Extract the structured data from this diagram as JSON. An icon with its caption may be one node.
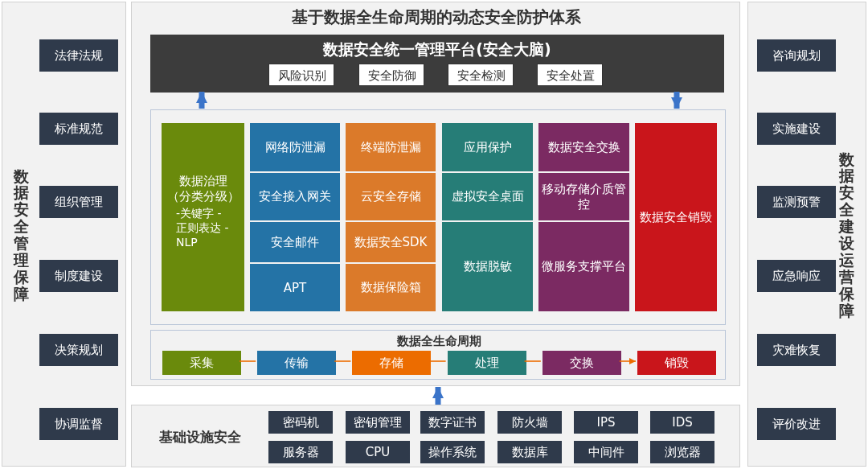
{
  "diagram": {
    "nodes": [
      {
        "text": [
          "数据安全管理保障"
        ]
      },
      {
        "text": [
          "法律法规"
        ],
        "in": 0
      },
      {
        "text": [
          "标准规范"
        ],
        "in": 0
      },
      {
        "text": [
          "组织管理"
        ],
        "in": 0
      },
      {
        "text": [
          "制度建设"
        ],
        "in": 0
      },
      {
        "text": [
          "决策规划"
        ],
        "in": 0
      },
      {
        "text": [
          "协调监督"
        ],
        "in": 0
      },
      {
        "text": [
          "数据安全建设运营保障"
        ]
      },
      {
        "text": [
          "咨询规划"
        ],
        "in": 7
      },
      {
        "text": [
          "实施建设"
        ],
        "in": 7
      },
      {
        "text": [
          "监测预警"
        ],
        "in": 7
      },
      {
        "text": [
          "应急响应"
        ],
        "in": 7
      },
      {
        "text": [
          "灾难恢复"
        ],
        "in": 7
      },
      {
        "text": [
          "评价改进"
        ],
        "in": 7
      },
      {
        "text": [
          "基于数据全生命周期的动态安全防护体系"
        ]
      },
      {
        "text": [
          "数据安全统一管理平台(安全大脑)"
        ],
        "in": 14
      },
      {
        "text": [
          "风险识别"
        ],
        "in": 15
      },
      {
        "text": [
          "安全防御"
        ],
        "in": 15
      },
      {
        "text": [
          "安全检测"
        ],
        "in": 15
      },
      {
        "text": [
          "安全处置"
        ],
        "in": 15
      },
      {
        "text": [],
        "shape": "box",
        "in": 14
      },
      {
        "text": [
          "数据治理（分类分级）",
          "-关键字 -正则表达 -NLP"
        ],
        "in": 20
      },
      {
        "text": [
          "网络防泄漏"
        ],
        "in": 20
      },
      {
        "text": [
          "安全接入网关"
        ],
        "in": 20
      },
      {
        "text": [
          "安全邮件"
        ],
        "in": 20
      },
      {
        "text": [
          "APT"
        ],
        "in": 20
      },
      {
        "text": [
          "终端防泄漏"
        ],
        "in": 20
      },
      {
        "text": [
          "云安全存储"
        ],
        "in": 20
      },
      {
        "text": [
          "数据安全SDK"
        ],
        "in": 20
      },
      {
        "text": [
          "数据保险箱"
        ],
        "in": 20
      },
      {
        "text": [
          "应用保护"
        ],
        "in": 20
      },
      {
        "text": [
          "虚拟安全桌面"
        ],
        "in": 20
      },
      {
        "text": [
          "数据脱敏"
        ],
        "in": 20
      },
      {
        "text": [
          "数据安全交换"
        ],
        "in": 20
      },
      {
        "text": [
          "移动存储介质管控"
        ],
        "in": 20
      },
      {
        "text": [
          "微服务支撑平台"
        ],
        "in": 20
      },
      {
        "text": [
          "数据安全销毁"
        ],
        "in": 20
      },
      {
        "text": [
          "数据全生命周期"
        ],
        "in": 14
      },
      {
        "text": [
          "采集"
        ],
        "in": 37
      },
      {
        "text": [
          "传输"
        ],
        "in": 37
      },
      {
        "text": [
          "存储"
        ],
        "in": 37
      },
      {
        "text": [
          "处理"
        ],
        "in": 37
      },
      {
        "text": [
          "交换"
        ],
        "in": 37
      },
      {
        "text": [
          "销毁"
        ],
        "in": 37
      },
      {
        "text": [
          "基础设施安全"
        ]
      },
      {
        "text": [
          "密码机"
        ],
        "in": 44
      },
      {
        "text": [
          "密钥管理"
        ],
        "in": 44
      },
      {
        "text": [
          "数字证书"
        ],
        "in": 44
      },
      {
        "text": [
          "防火墙"
        ],
        "in": 44
      },
      {
        "text": [
          "IPS"
        ],
        "in": 44
      },
      {
        "text": [
          "IDS"
        ],
        "in": 44
      },
      {
        "text": [
          "服务器"
        ],
        "in": 44
      },
      {
        "text": [
          "CPU"
        ],
        "in": 44
      },
      {
        "text": [
          "操作系统"
        ],
        "in": 44
      },
      {
        "text": [
          "数据库"
        ],
        "in": 44
      },
      {
        "text": [
          "中间件"
        ],
        "in": 44
      },
      {
        "text": [
          "浏览器"
        ],
        "in": 44
      }
    ],
    "edges": [
      {
        "from": 20,
        "to": 15,
        "arrow": "to",
        "style": "thick",
        "color": "#3b74c9"
      },
      {
        "from": 15,
        "to": 20,
        "arrow": "to",
        "style": "thick",
        "color": "#3b74c9"
      },
      {
        "from": 44,
        "to": 14,
        "arrow": "to",
        "style": "thick",
        "color": "#3b74c9"
      },
      {
        "from": 38,
        "to": 39,
        "arrow": "none"
      },
      {
        "from": 39,
        "to": 40,
        "arrow": "none"
      },
      {
        "from": 40,
        "to": 41,
        "arrow": "none"
      },
      {
        "from": 41,
        "to": 42,
        "arrow": "none"
      },
      {
        "from": 42,
        "to": 43,
        "arrow": "to"
      }
    ]
  }
}
